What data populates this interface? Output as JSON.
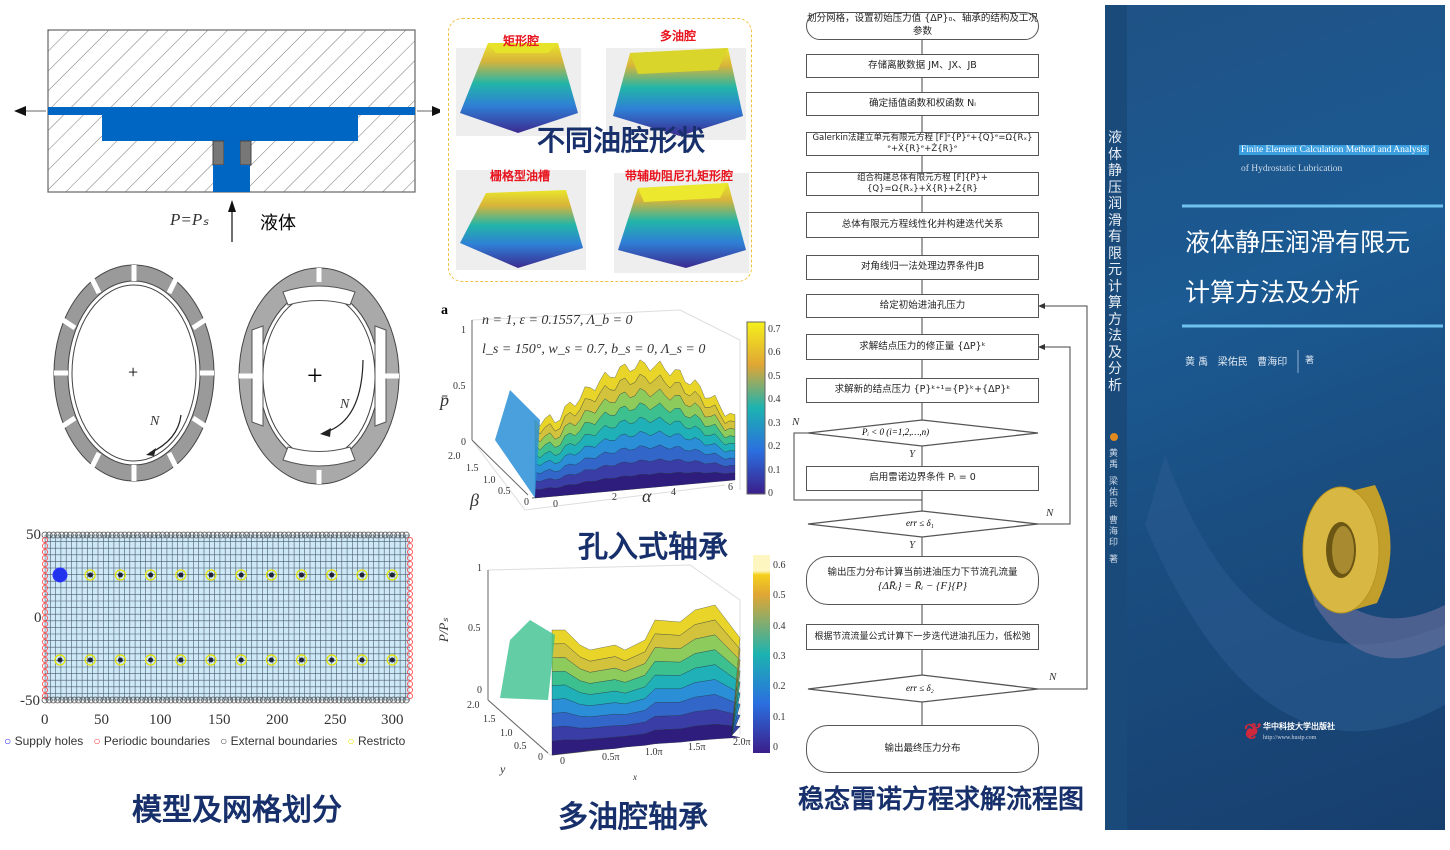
{
  "model_panel": {
    "pressure_label": "P=Pₛ",
    "fluid_label": "液体",
    "rotation_label_left": "N",
    "rotation_label_right": "N",
    "mesh": {
      "y_ticks": [
        "50",
        "0",
        "-50"
      ],
      "x_ticks": [
        "0",
        "50",
        "100",
        "150",
        "200",
        "250",
        "300"
      ],
      "legend": [
        "Supply holes",
        "Periodic boundaries",
        "External boundaries",
        "Restricto"
      ],
      "legend_colors": [
        "#3333ff",
        "#ff4444",
        "#555555",
        "#e6e600"
      ]
    },
    "caption": "模型及网格划分"
  },
  "cavity_panel": {
    "labels": [
      "矩形腔",
      "多油腔",
      "栅格型油槽",
      "带辅助阻尼孔矩形腔"
    ],
    "overlay_title": "不同油腔形状"
  },
  "plot_a": {
    "panel_letter": "a",
    "param_line1": "n = 1, ε = 0.1557, Λ_b = 0",
    "param_line2": "l_s = 150°, w_s = 0.7, b_s = 0, Λ_s = 0",
    "z_label": "p̄",
    "z_ticks": [
      "1",
      "0.5",
      "0"
    ],
    "y_label": "β",
    "y_ticks": [
      "2.0",
      "1.5",
      "1.0",
      "0.5",
      "0"
    ],
    "x_label": "α",
    "x_ticks": [
      "0",
      "2",
      "4",
      "6"
    ],
    "colorbar_ticks": [
      "0.7",
      "0.6",
      "0.5",
      "0.4",
      "0.3",
      "0.2",
      "0.1",
      "0"
    ],
    "caption": "孔入式轴承"
  },
  "plot_b": {
    "z_label": "P/Pₛ",
    "z_ticks": [
      "1",
      "0.5",
      "0"
    ],
    "y_label": "y",
    "y_ticks": [
      "2.0",
      "1.5",
      "1.0",
      "0.5",
      "0"
    ],
    "x_label": "x",
    "x_ticks": [
      "0",
      "0.5π",
      "1.0π",
      "1.5π",
      "2.0π"
    ],
    "colorbar_ticks": [
      "0.6",
      "0.5",
      "0.4",
      "0.3",
      "0.2",
      "0.1",
      "0"
    ],
    "caption": "多油腔轴承"
  },
  "flowchart": {
    "steps": [
      "划分网格，设置初始压力值 {ΔP}₀、轴承的结构及工况参数",
      "存储离散数据 JM、JX、JB",
      "确定插值函数和权函数 Nᵢ",
      "Galerkin法建立单元有限元方程 [F]ᵉ{P}ᵉ+{Q}ᵉ=Ω{Rₓ}ᵉ+Ẋ{R}ᵉ+Ż{R}ᵉ",
      "组合构建总体有限元方程 [F]{P}+{Q}=Ω{Rₓ}+Ẋ{R}+Ż{R}",
      "总体有限元方程线性化并构建迭代关系",
      "对角线归一法处理边界条件JB",
      "给定初始进油孔压力",
      "求解结点压力的修正量 {ΔP}ᵏ",
      "求解新的结点压力 {P}ᵏ⁺¹={P}ᵏ+{ΔP}ᵏ",
      "Pᵢ < 0 (i=1,2,…,n)",
      "启用雷诺边界条件 Pᵢ = 0",
      "err ≤ δ₁",
      "输出压力分布计算当前进油压力下节流孔流量",
      "{ΔR̄ᵢ} = R̄ᵢ − {F}{P}",
      "根据节流流量公式计算下一步迭代进油孔压力，低松弛",
      "err ≤ δ₂",
      "输出最终压力分布"
    ],
    "yes": "Y",
    "no": "N",
    "caption": "稳态雷诺方程求解流程图"
  },
  "book": {
    "spine_title": "液体静压润滑有限元计算方法及分析",
    "spine_authors": [
      "黄 禹",
      "梁佑民",
      "曹海印",
      "著"
    ],
    "english_title_line1": "Finite Element Calculation Method and Analysis",
    "english_title_line2": "of Hydrostatic Lubrication",
    "title_line1": "液体静压润滑有限元",
    "title_line2": "计算方法及分析",
    "authors": "黄 禹   梁佑民   曹海印",
    "author_suffix": "著",
    "publisher": "华中科技大学出版社",
    "publisher_url": "http://www.hustp.com",
    "colors": {
      "cover": "#1c4f82",
      "accent": "#6fc2ee",
      "bearing": "#d4b23a"
    }
  }
}
